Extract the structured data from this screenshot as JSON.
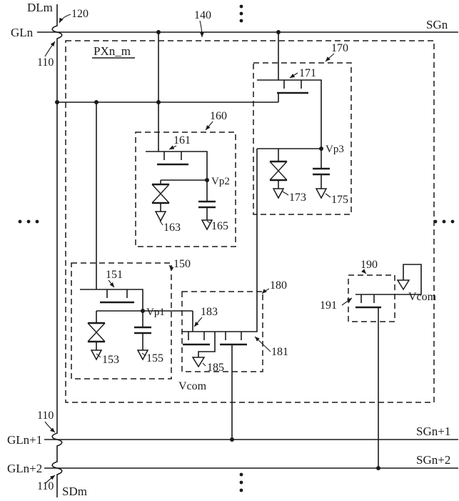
{
  "colors": {
    "ink": "#1a1a1a",
    "background": "#ffffff"
  },
  "signals": {
    "dlm": "DLm",
    "sdm": "SDm",
    "gln": "GLn",
    "sgn": "SGn",
    "gln_p1": "GLn+1",
    "sgn_p1": "SGn+1",
    "gln_p2": "GLn+2",
    "sgn_p2": "SGn+2"
  },
  "pixel": {
    "label": "PXn_m"
  },
  "nodes": {
    "vp1": "Vp1",
    "vp2": "Vp2",
    "vp3": "Vp3",
    "vcom_left": "Vcom",
    "vcom_right": "Vcom"
  },
  "refs": {
    "r110_top": "110",
    "r110_mid": "110",
    "r110_bot": "110",
    "r120": "120",
    "r140": "140",
    "r150": "150",
    "r151": "151",
    "r153": "153",
    "r155": "155",
    "r160": "160",
    "r161": "161",
    "r163": "163",
    "r165": "165",
    "r170": "170",
    "r171": "171",
    "r173": "173",
    "r175": "175",
    "r180": "180",
    "r181": "181",
    "r183": "183",
    "r185": "185",
    "r190": "190",
    "r191": "191"
  }
}
